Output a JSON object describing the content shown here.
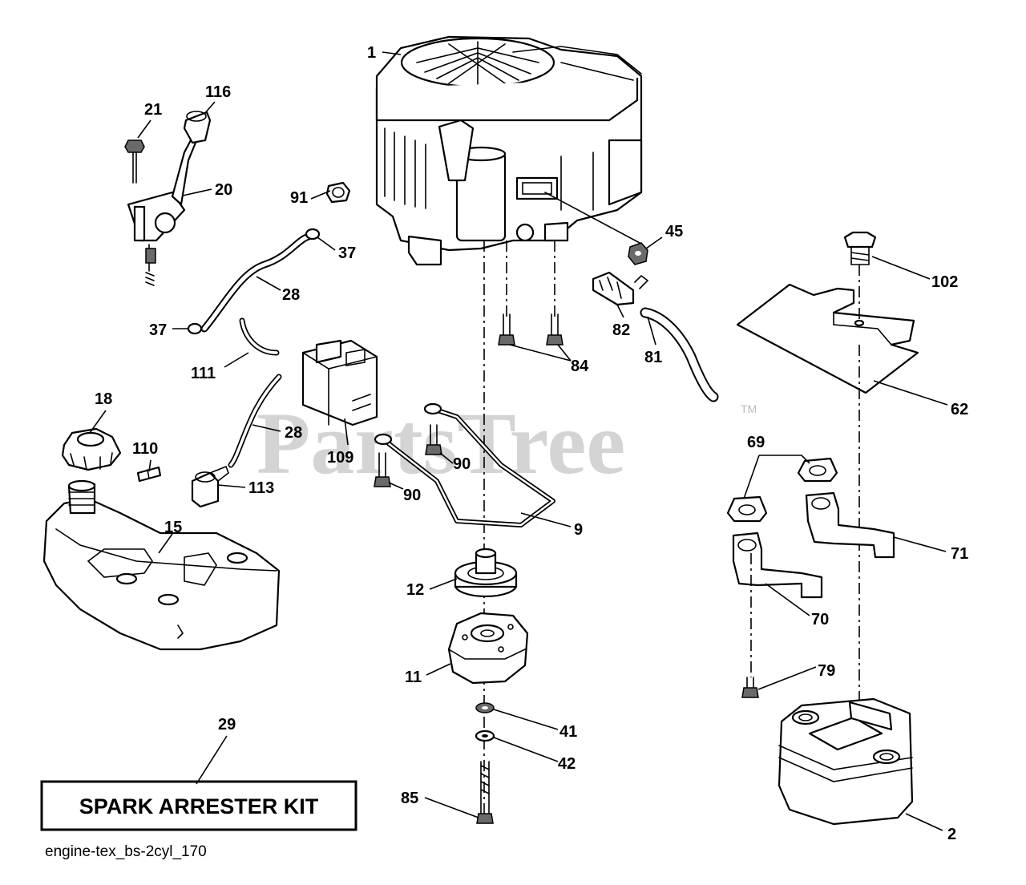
{
  "watermark": "PartsTree",
  "watermark_tm": "TM",
  "kit_label": "SPARK ARRESTER KIT",
  "diagram_ref": "engine-tex_bs-2cyl_170",
  "callouts": {
    "c1": "1",
    "c2": "2",
    "c9": "9",
    "c11": "11",
    "c12": "12",
    "c15": "15",
    "c18": "18",
    "c20": "20",
    "c21": "21",
    "c28a": "28",
    "c28b": "28",
    "c29": "29",
    "c37a": "37",
    "c37b": "37",
    "c41": "41",
    "c42": "42",
    "c45": "45",
    "c62": "62",
    "c69": "69",
    "c70": "70",
    "c71": "71",
    "c79": "79",
    "c81": "81",
    "c82": "82",
    "c84": "84",
    "c85": "85",
    "c90a": "90",
    "c90b": "90",
    "c91": "91",
    "c102": "102",
    "c109": "109",
    "c110": "110",
    "c111": "111",
    "c113": "113",
    "c116": "116"
  }
}
